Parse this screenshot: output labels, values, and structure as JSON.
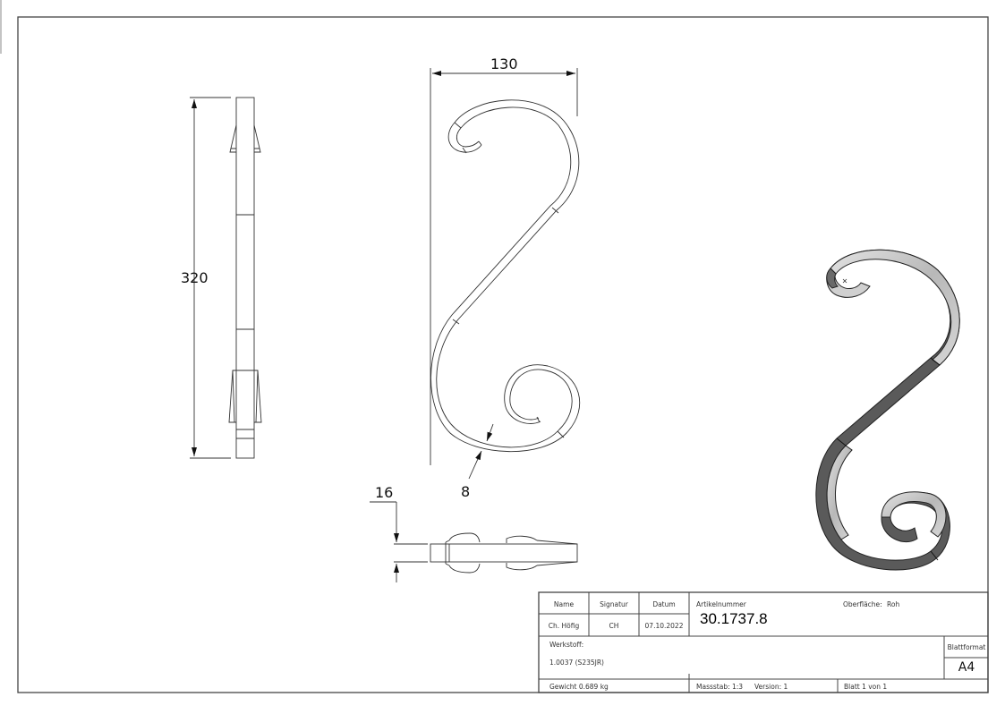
{
  "drawing": {
    "dimensions": {
      "height": "320",
      "width": "130",
      "bar_width": "8",
      "bar_depth": "16"
    },
    "views": [
      "side-view",
      "front-view",
      "top-view",
      "isometric-view"
    ]
  },
  "title_block": {
    "headers": {
      "name": "Name",
      "signature": "Signatur",
      "date": "Datum"
    },
    "values": {
      "name": "Ch. Höfig",
      "signature": "CH",
      "date": "07.10.2022"
    },
    "article_label": "Artikelnummer",
    "article_number": "30.1737.8",
    "surface_label": "Oberfläche:",
    "surface_value": "Roh",
    "material_label": "Werkstoff:",
    "material_value": "1.0037 (S235JR)",
    "sheet_format_label": "Blattformat",
    "sheet_format_value": "A4",
    "weight": "Gewicht 0.689 kg",
    "scale": "Massstab: 1:3",
    "version": "Version: 1",
    "sheet": "Blatt 1 von 1"
  },
  "colors": {
    "line": "#333333",
    "frame": "#444444",
    "iso_dark": "#555555",
    "iso_light": "#c8c8c8"
  }
}
